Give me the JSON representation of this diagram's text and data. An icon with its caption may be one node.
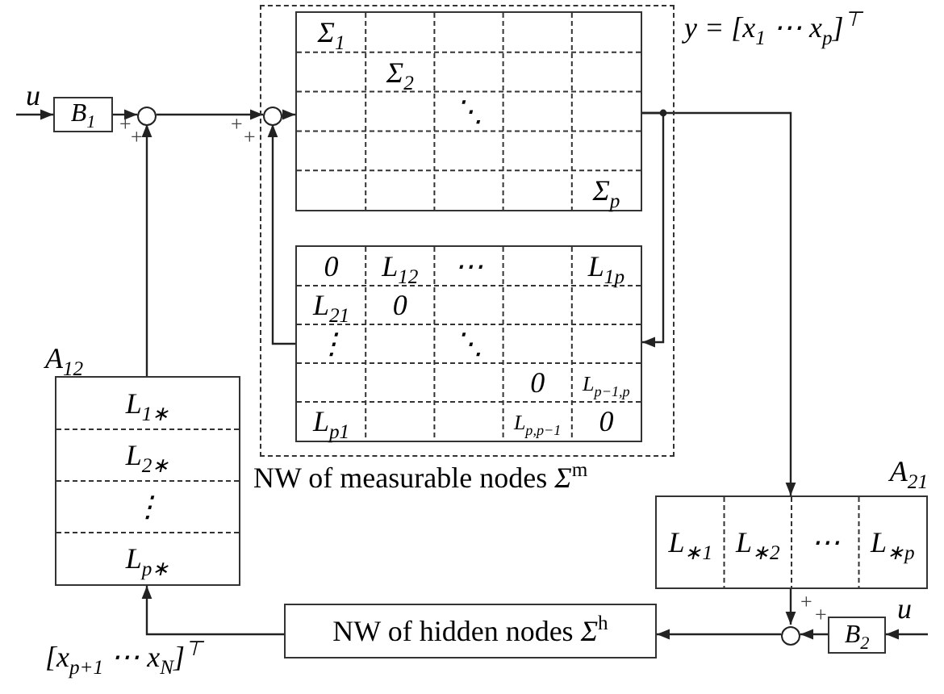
{
  "diagram": {
    "nodes": [
      {
        "text": [
          "B$_{1}$"
        ]
      },
      {
        "text": [],
        "shape": "circle"
      },
      {
        "text": [
          "NW of measurable nodes *Σ*$^{m}$"
        ]
      },
      {
        "text": [
          "Σ$_{1}$",
          "Σ$_{2}$",
          "⋱",
          "Σ$_{p}$"
        ],
        "in": 2
      },
      {
        "text": [],
        "shape": "circle",
        "in": 2
      },
      {
        "text": [
          "0",
          "L$_{12}$",
          "⋯",
          "L$_{1p}$",
          "L$_{21}$",
          "0",
          "⋮",
          "⋱",
          "0",
          "L$_{p−1,p}$",
          "L$_{p1}$",
          "L$_{p,p−1}$",
          "0"
        ],
        "in": 2
      },
      {
        "text": [
          "A$_{12}$",
          "L$_{1∗}$",
          "L$_{2∗}$",
          "⋮",
          "L$_{p∗}$"
        ]
      },
      {
        "text": [
          "A$_{21}$",
          "L$_{∗1}$",
          "L$_{∗2}$",
          "⋯",
          "L$_{∗p}$"
        ]
      },
      {
        "text": [],
        "shape": "circle"
      },
      {
        "text": [
          "B$_{2}$"
        ]
      },
      {
        "text": [
          "NW of hidden nodes *Σ*$^{h}$"
        ]
      }
    ],
    "edges": [
      {
        "from": null,
        "to": 0,
        "arrow": "to",
        "label": "u"
      },
      {
        "from": 0,
        "to": 1,
        "arrow": "to"
      },
      {
        "from": 1,
        "to": 4,
        "arrow": "to"
      },
      {
        "from": 4,
        "to": 3,
        "arrow": "to"
      },
      {
        "from": 3,
        "to": 5,
        "arrow": "to"
      },
      {
        "from": 5,
        "to": 4,
        "arrow": "to"
      },
      {
        "from": 3,
        "to": 7,
        "arrow": "to"
      },
      {
        "from": 6,
        "to": 1,
        "arrow": "to"
      },
      {
        "from": 7,
        "to": 8,
        "arrow": "to"
      },
      {
        "from": null,
        "to": 9,
        "arrow": "to",
        "label": "u"
      },
      {
        "from": 9,
        "to": 8,
        "arrow": "to"
      },
      {
        "from": 8,
        "to": 10,
        "arrow": "to"
      },
      {
        "from": 10,
        "to": 6,
        "arrow": "to",
        "label": "[x$_{p+1}$ ⋯ x$_{N}$]$^{⊤}$"
      }
    ],
    "labels": [
      "+",
      "+",
      "+",
      "+",
      "y = [x$_{1}$ ⋯ x$_{p}$]$^{⊤}$",
      "+",
      "+"
    ]
  }
}
